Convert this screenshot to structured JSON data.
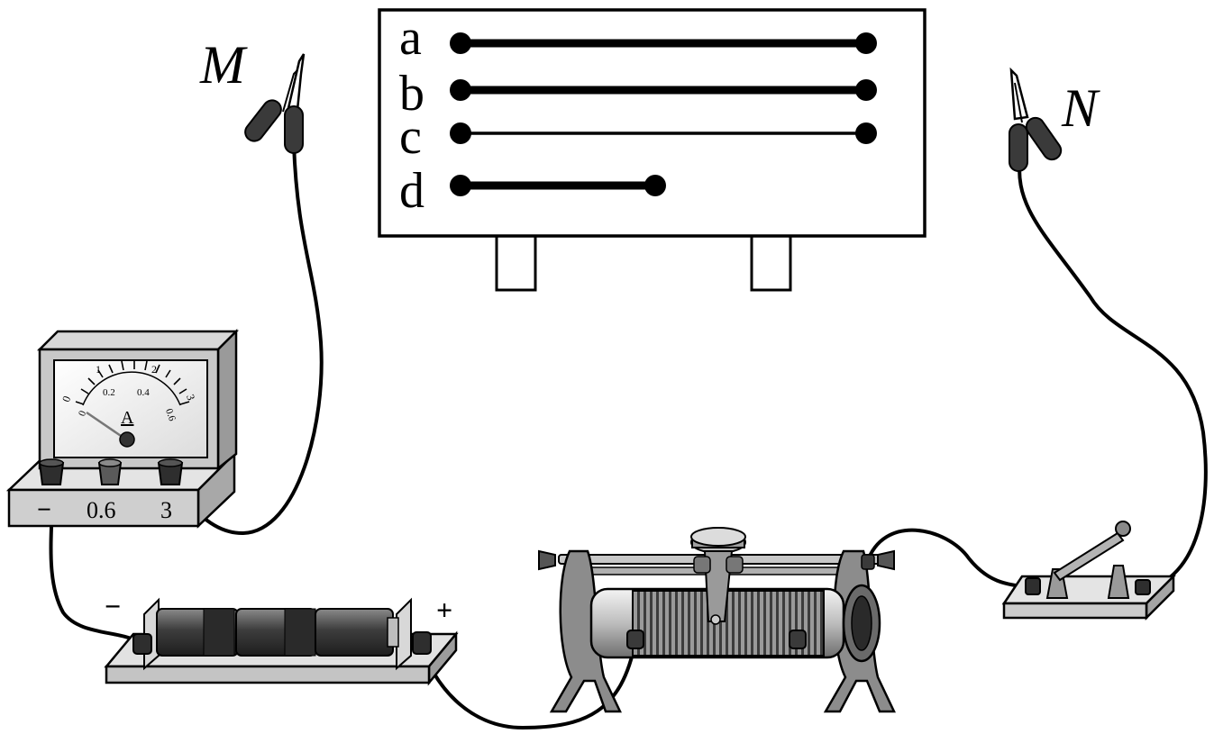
{
  "clips": {
    "left_label": "M",
    "right_label": "N"
  },
  "board": {
    "wires": [
      {
        "label": "a",
        "length": "long",
        "thickness": "thick"
      },
      {
        "label": "b",
        "length": "long",
        "thickness": "thick"
      },
      {
        "label": "c",
        "length": "long",
        "thickness": "thin"
      },
      {
        "label": "d",
        "length": "short",
        "thickness": "thick"
      }
    ]
  },
  "ammeter": {
    "symbol": "A",
    "upper_scale": [
      "0",
      "1",
      "2",
      "3"
    ],
    "lower_scale": [
      "0",
      "0.2",
      "0.4",
      "0.6"
    ],
    "terminals": [
      "−",
      "0.6",
      "3"
    ]
  },
  "battery": {
    "negative_label": "−",
    "positive_label": "+"
  },
  "colors": {
    "ink": "#000000",
    "metal_dark": "#3a3a3a",
    "metal_mid": "#8a8a8a",
    "metal_light": "#d0d0d0",
    "base": "#cfcfcf"
  }
}
